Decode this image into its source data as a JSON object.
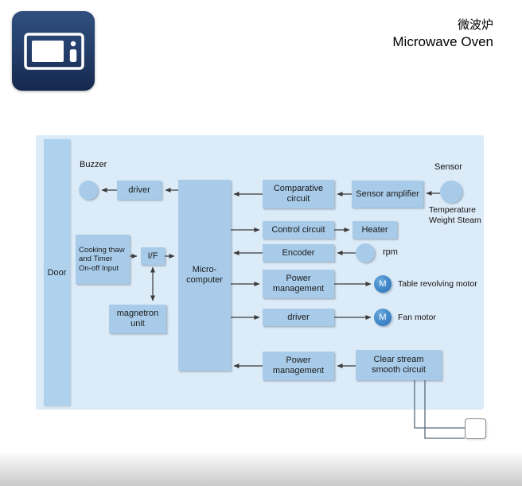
{
  "header": {
    "title_cn": "微波炉",
    "title_en": "Microwave Oven"
  },
  "logo": {
    "icon": "microwave-icon"
  },
  "colors": {
    "panel": "#dcebf8",
    "box": "#a7cbe9",
    "logo_navy": "#1f3a66",
    "motor_blue": "#3f87c9",
    "arrow": "#3a3a3a"
  },
  "diagram": {
    "door": "Door",
    "buzzer": "Buzzer",
    "driver_top": "driver",
    "microcomputer": "Micro-computer",
    "cooking_input": "Cooking thaw and Timer On-off Input",
    "interface": "I/F",
    "magnetron": "magnetron unit",
    "comparative": "Comparative circuit",
    "sensor_amplifier": "Sensor amplifier",
    "sensor": "Sensor",
    "sensor_types": "Temperature Weight Steam",
    "control": "Control circuit",
    "heater": "Heater",
    "encoder": "Encoder",
    "rpm": "rpm",
    "power_top": "Power management",
    "motor_symbol": "M",
    "table_motor": "Table revolving motor",
    "driver_bottom": "driver",
    "fan_motor": "Fan motor",
    "power_bottom": "Power management",
    "clear_stream": "Clear stream smooth circuit"
  }
}
